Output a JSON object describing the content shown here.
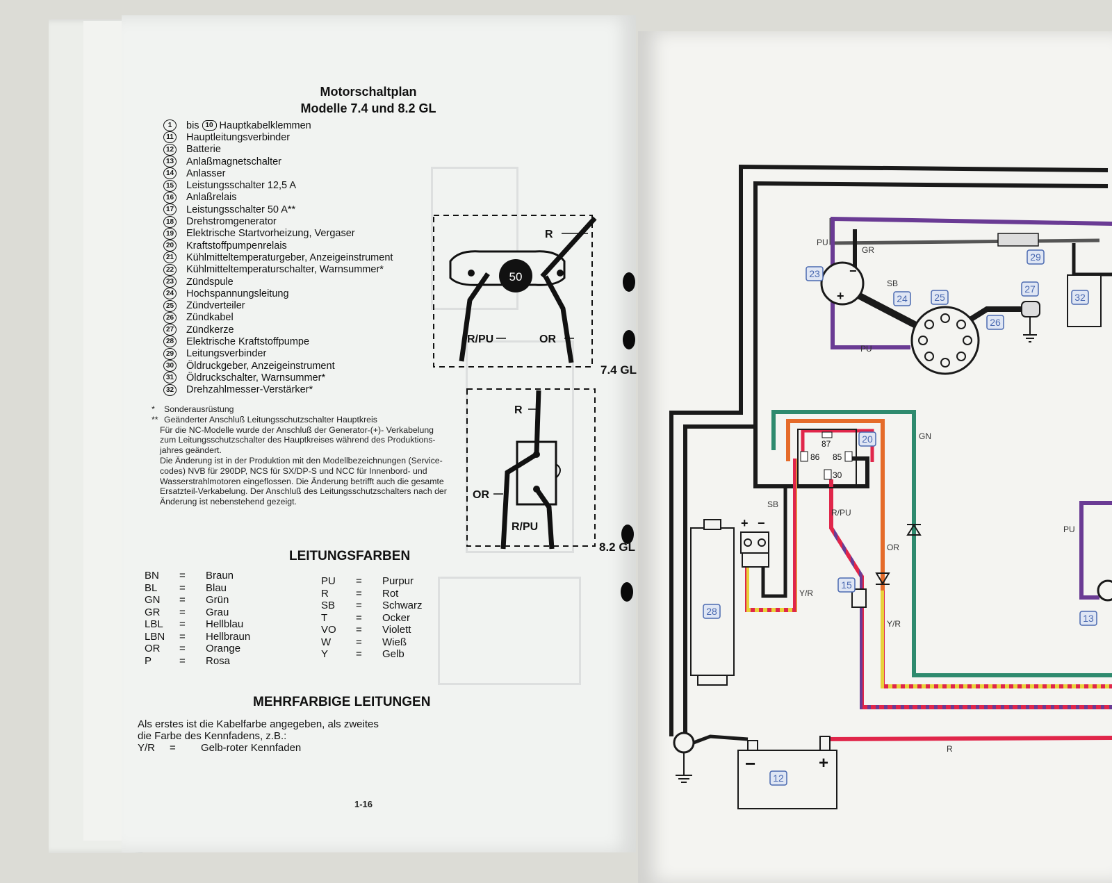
{
  "left_page": {
    "title_line1": "Motorschaltplan",
    "title_line2": "Modelle 7.4 und 8.2 GL",
    "legend_first": {
      "from": "1",
      "word": "bis",
      "to": "10",
      "label": "Hauptkabelklemmen"
    },
    "legend": [
      {
        "num": "11",
        "label": "Hauptleitungsverbinder"
      },
      {
        "num": "12",
        "label": "Batterie"
      },
      {
        "num": "13",
        "label": "Anlaßmagnetschalter"
      },
      {
        "num": "14",
        "label": "Anlasser"
      },
      {
        "num": "15",
        "label": "Leistungsschalter 12,5 A"
      },
      {
        "num": "16",
        "label": "Anlaßrelais"
      },
      {
        "num": "17",
        "label": "Leistungsschalter 50 A**"
      },
      {
        "num": "18",
        "label": "Drehstromgenerator"
      },
      {
        "num": "19",
        "label": "Elektrische Startvorheizung, Vergaser"
      },
      {
        "num": "20",
        "label": "Kraftstoffpumpenrelais"
      },
      {
        "num": "21",
        "label": "Kühlmitteltemperaturgeber, Anzeigeinstrument"
      },
      {
        "num": "22",
        "label": "Kühlmitteltemperaturschalter, Warnsummer*"
      },
      {
        "num": "23",
        "label": "Zündspule"
      },
      {
        "num": "24",
        "label": "Hochspannungsleitung"
      },
      {
        "num": "25",
        "label": "Zündverteiler"
      },
      {
        "num": "26",
        "label": "Zündkabel"
      },
      {
        "num": "27",
        "label": "Zündkerze"
      },
      {
        "num": "28",
        "label": "Elektrische Kraftstoffpumpe"
      },
      {
        "num": "29",
        "label": "Leitungsverbinder"
      },
      {
        "num": "30",
        "label": "Öldruckgeber, Anzeigeinstrument"
      },
      {
        "num": "31",
        "label": "Öldruckschalter, Warnsummer*"
      },
      {
        "num": "32",
        "label": "Drehzahlmesser-Verstärker*"
      }
    ],
    "notes": {
      "star1_mark": "*",
      "star1_text": "Sonderausrüstung",
      "star2_mark": "**",
      "star2_text": "Geänderter Anschluß Leitungsschutzschalter Hauptkreis",
      "lines": [
        "Für die NC-Modelle wurde der Anschluß der Generator-(+)- Verkabelung",
        "zum Leitungsschutzschalter des Hauptkreises während des Produktions-",
        "jahres geändert.",
        "Die Änderung ist in der Produktion mit den Modellbezeichnungen (Service-",
        "codes) NVB für 290DP, NCS für SX/DP-S und NCC für Innenbord- und",
        "Wasserstrahlmotoren eingeflossen. Die Änderung betrifft auch die gesamte",
        "Ersatzteil-Verkabelung. Der Anschluß des Leitungsschutzschalters nach der",
        "Änderung ist nebenstehend gezeigt."
      ]
    },
    "breaker_74": {
      "label_r": "R",
      "label_rpu": "R/PU",
      "label_or": "OR",
      "center": "50",
      "caption": "7.4 GL"
    },
    "breaker_82": {
      "label_r": "R",
      "label_or": "OR",
      "label_rpu": "R/PU",
      "caption": "8.2 GL"
    },
    "colors_title": "LEITUNGSFARBEN",
    "eq": "=",
    "colors_left": [
      {
        "code": "BN",
        "name": "Braun"
      },
      {
        "code": "BL",
        "name": "Blau"
      },
      {
        "code": "GN",
        "name": "Grün"
      },
      {
        "code": "GR",
        "name": "Grau"
      },
      {
        "code": "LBL",
        "name": "Hellblau"
      },
      {
        "code": "LBN",
        "name": "Hellbraun"
      },
      {
        "code": "OR",
        "name": "Orange"
      },
      {
        "code": "P",
        "name": "Rosa"
      }
    ],
    "colors_right": [
      {
        "code": "PU",
        "name": "Purpur"
      },
      {
        "code": "R",
        "name": "Rot"
      },
      {
        "code": "SB",
        "name": "Schwarz"
      },
      {
        "code": "T",
        "name": "Ocker"
      },
      {
        "code": "VO",
        "name": "Violett"
      },
      {
        "code": "W",
        "name": "Wieß"
      },
      {
        "code": "Y",
        "name": "Gelb"
      }
    ],
    "multi_title": "MEHRFARBIGE LEITUNGEN",
    "multi_line1": "Als erstes ist die Kabelfarbe angegeben, als zweites",
    "multi_line2": "die Farbe des Kennfadens, z.B.:",
    "multi_example_code": "Y/R",
    "multi_example_text": "Gelb-roter Kennfaden",
    "page_number": "1-16"
  },
  "right_page": {
    "wire_labels": {
      "pu_top": "PU",
      "gr": "GR",
      "sb_coil": "SB",
      "pu_bottom": "PU",
      "gn": "GN",
      "sb_left": "SB",
      "rpu": "R/PU",
      "or": "OR",
      "yr_left": "Y/R",
      "yr_right": "Y/R",
      "r_bottom": "R",
      "pu_right": "PU"
    },
    "relay_pins": {
      "p87": "87",
      "p86": "86",
      "p85": "85",
      "p30": "30"
    },
    "components": {
      "c12": "12",
      "c13": "13",
      "c15": "15",
      "c20": "20",
      "c23": "23",
      "c24": "24",
      "c25": "25",
      "c26": "26",
      "c27": "27",
      "c28": "28",
      "c29": "29",
      "c32": "32"
    },
    "battery_minus": "−",
    "battery_plus": "+",
    "pump_plus": "+",
    "pump_minus": "−",
    "coil_minus": "−",
    "coil_plus": "+"
  },
  "colors": {
    "black": "#1a1a1a",
    "purple": "#6a3b94",
    "green": "#2e8a6e",
    "red": "#e0264a",
    "orange": "#e56b2a",
    "yellow": "#e8d23a",
    "label_blue": "#4a69b0"
  }
}
